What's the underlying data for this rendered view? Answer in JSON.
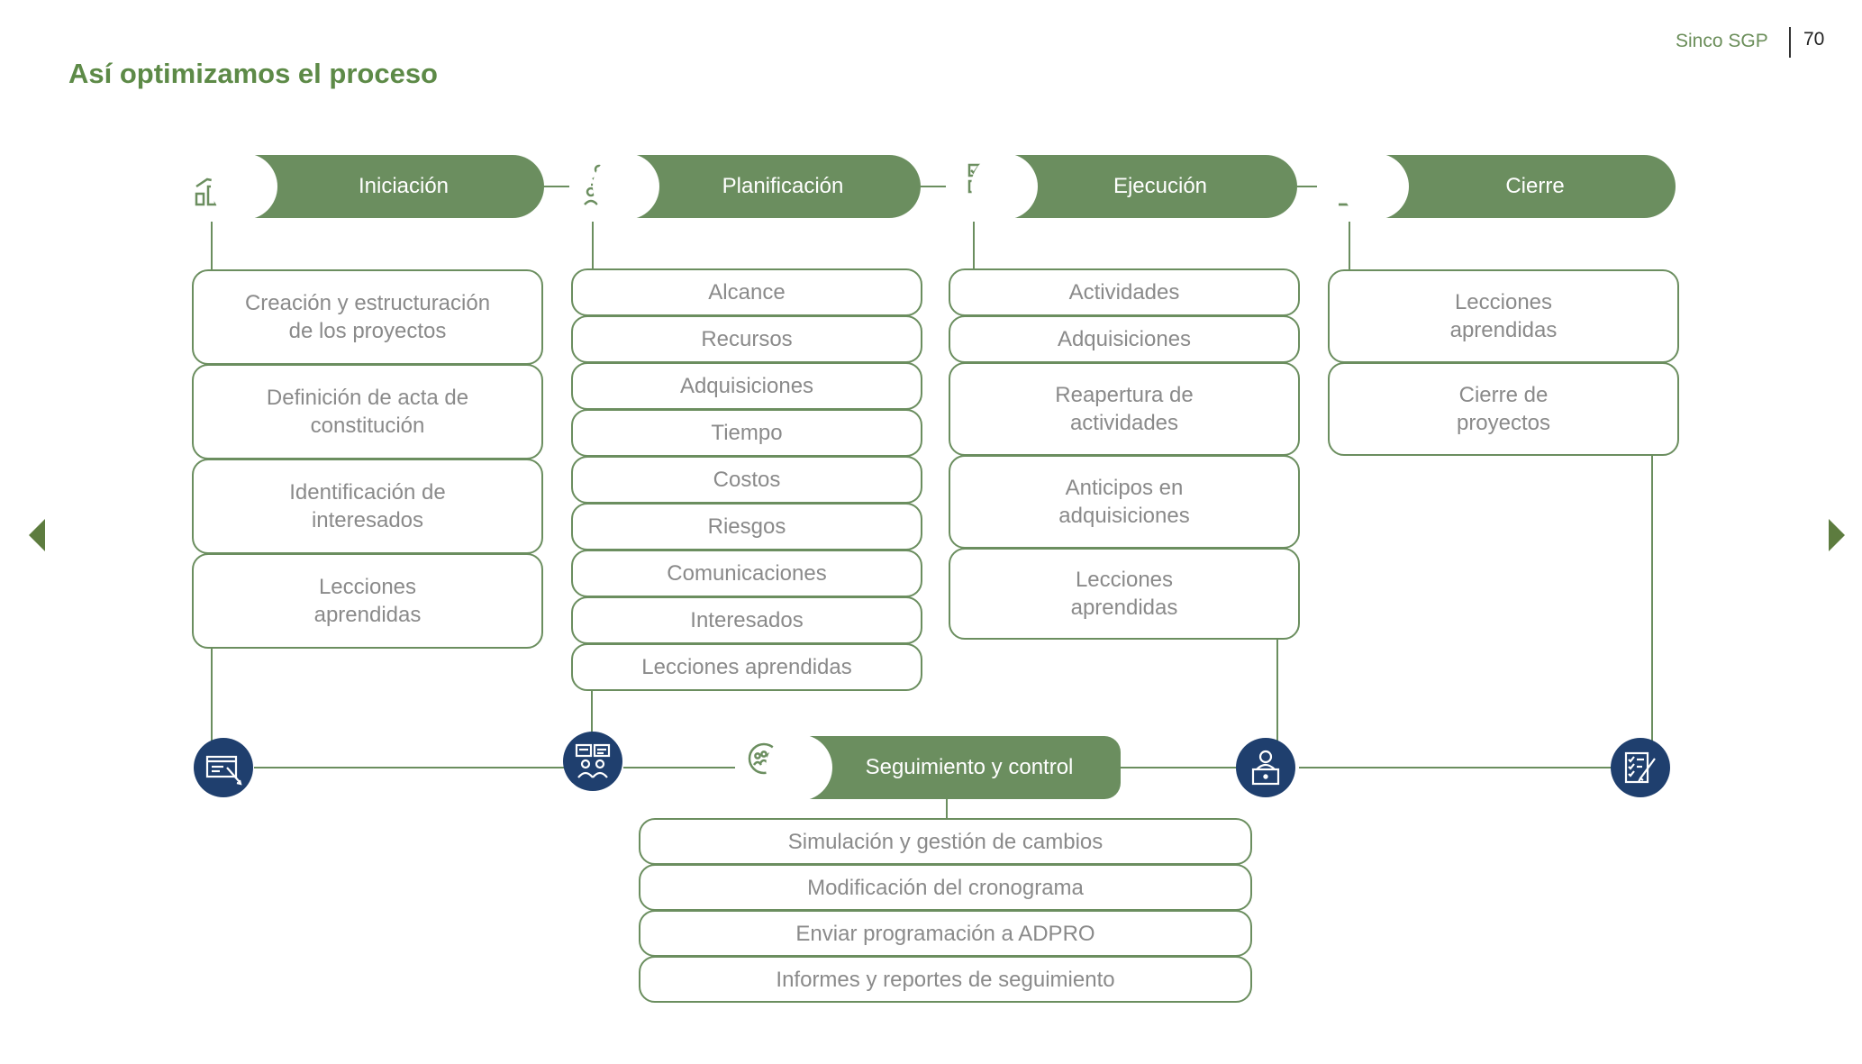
{
  "header": {
    "title": "Así optimizamos el proceso",
    "brand": "Sinco SGP",
    "page_number": "70"
  },
  "colors": {
    "accent_green": "#6b8e5f",
    "title_green": "#5d8a47",
    "navy": "#1f3f6e",
    "box_text": "#8a8a8a"
  },
  "phases": [
    {
      "label": "Iniciación",
      "icon": "growth-chart-icon",
      "items": [
        [
          "Creación y estructuración",
          "de los proyectos"
        ],
        [
          "Definición de acta de",
          "constitución"
        ],
        [
          "Identificación de",
          "interesados"
        ],
        [
          "Lecciones",
          "aprendidas"
        ]
      ]
    },
    {
      "label": "Planificación",
      "icon": "team-meeting-icon",
      "items": [
        [
          "Alcance"
        ],
        [
          "Recursos"
        ],
        [
          "Adquisiciones"
        ],
        [
          "Tiempo"
        ],
        [
          "Costos"
        ],
        [
          "Riesgos"
        ],
        [
          "Comunicaciones"
        ],
        [
          "Interesados"
        ],
        [
          "Lecciones aprendidas"
        ]
      ]
    },
    {
      "label": "Ejecución",
      "icon": "checklist-cursor-icon",
      "items": [
        [
          "Actividades"
        ],
        [
          "Adquisiciones"
        ],
        [
          "Reapertura de",
          "actividades"
        ],
        [
          "Anticipos en",
          "adquisiciones"
        ],
        [
          "Lecciones",
          "aprendidas"
        ]
      ]
    },
    {
      "label": "Cierre",
      "icon": "stairs-flag-icon",
      "items": [
        [
          "Lecciones",
          "aprendidas"
        ],
        [
          "Cierre de",
          "proyectos"
        ]
      ]
    }
  ],
  "monitoring": {
    "label": "Seguimiento y control",
    "icon": "magnifier-team-icon",
    "items": [
      "Simulación y gestión de cambios",
      "Modificación del cronograma",
      "Enviar programación a ADPRO",
      "Informes y reportes de seguimiento"
    ]
  },
  "timeline_icons": [
    "dashboard-pen-icon",
    "presentation-team-icon",
    "user-laptop-icon",
    "checklist-pen-icon"
  ]
}
